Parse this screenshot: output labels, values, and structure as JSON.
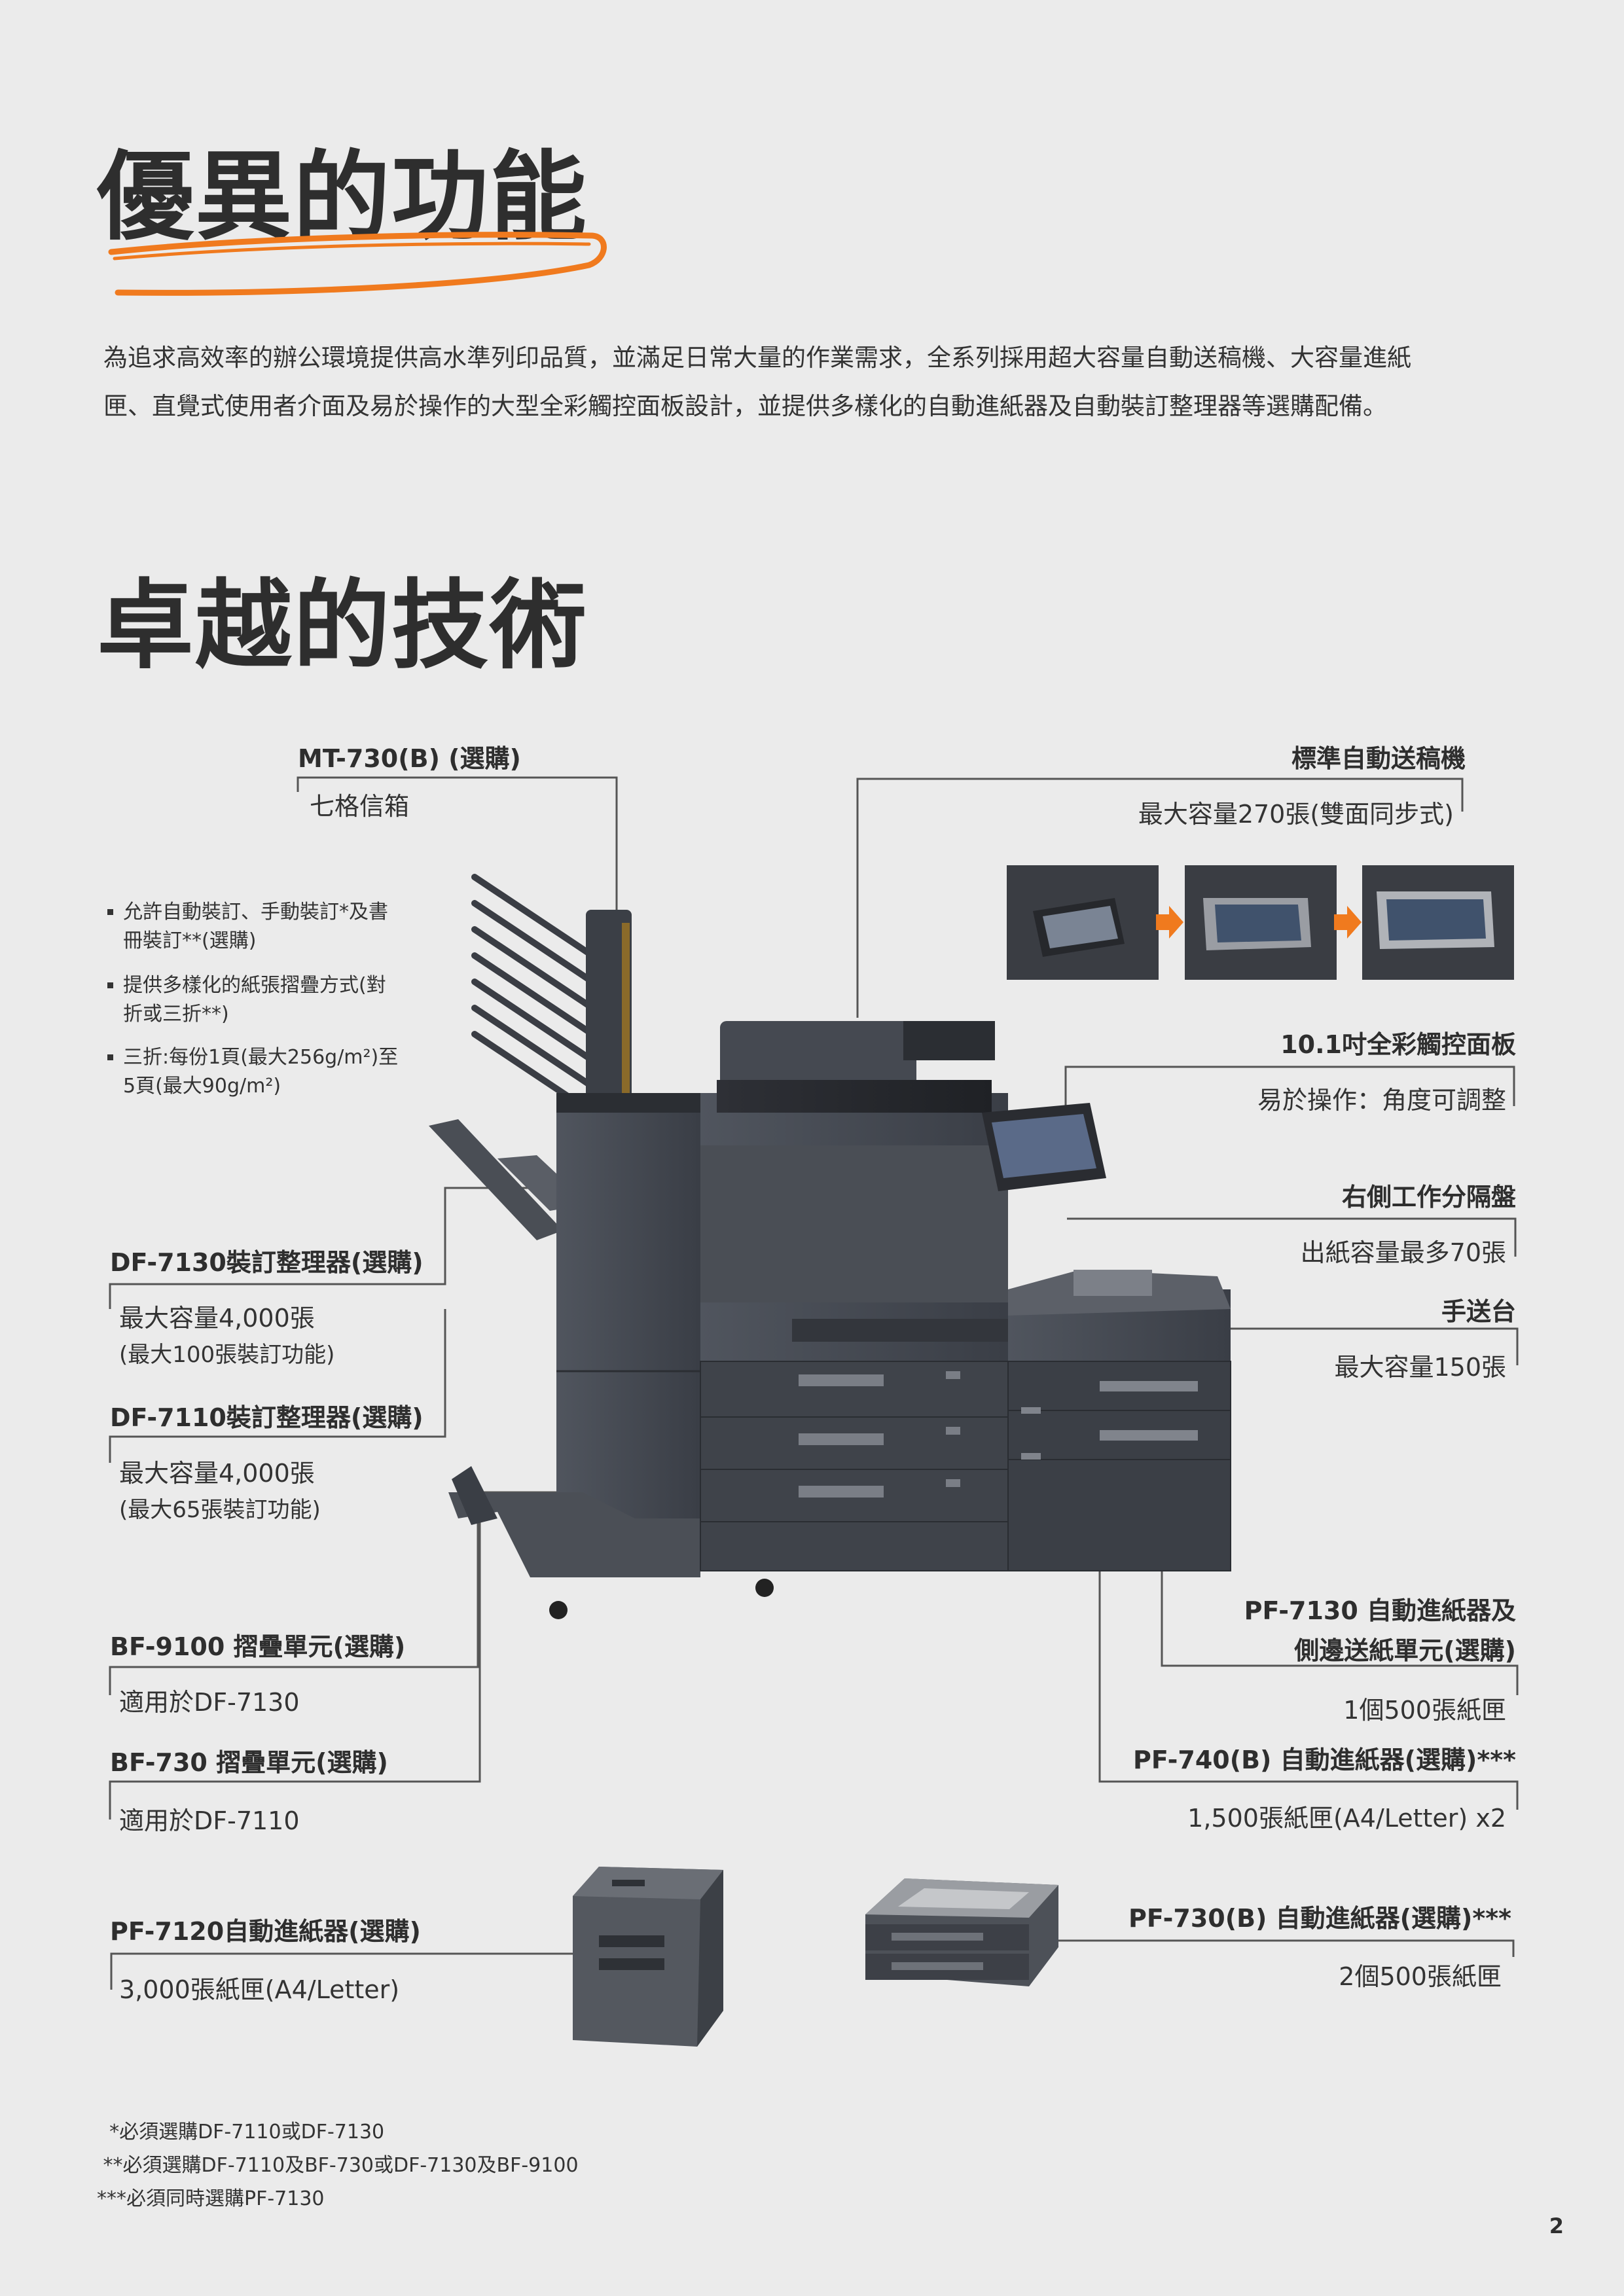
{
  "heading1": "優異的功能",
  "intro": [
    "為追求高效率的辦公環境提供高水準列印品質，並滿足日常大量的作業需求，全系列採用超大容量自動送稿機、大容量進紙",
    "匣、直覺式使用者介面及易於操作的大型全彩觸控面板設計，並提供多樣化的自動進紙器及自動裝訂整理器等選購配備。"
  ],
  "heading2": "卓越的技術",
  "left_bullets": [
    [
      "允許自動裝訂、手動裝訂*及書",
      "冊裝訂**(選購)"
    ],
    [
      "提供多樣化的紙張摺疊方式(對",
      "折或三折**)"
    ],
    [
      "三折:每份1頁(最大256g/m²)至",
      "5頁(最大90g/m²)"
    ]
  ],
  "labels": {
    "mt730": {
      "title": "MT-730(B) (選購)",
      "text": "七格信箱"
    },
    "adf": {
      "title": "標準自動送稿機",
      "text": "最大容量270張(雙面同步式)"
    },
    "panel": {
      "title": "10.1吋全彩觸控面板",
      "text": "易於操作：角度可調整"
    },
    "tray": {
      "title": "右側工作分隔盤",
      "text": "出紙容量最多70張"
    },
    "bypass": {
      "title": "手送台",
      "text": "最大容量150張"
    },
    "df7130": {
      "title": "DF-7130裝訂整理器(選購)",
      "text": "最大容量4,000張",
      "note": "(最大100張裝訂功能)"
    },
    "df7110": {
      "title": "DF-7110裝訂整理器(選購)",
      "text": "最大容量4,000張",
      "note": "(最大65張裝訂功能)"
    },
    "pf7130": {
      "title1": "PF-7130 自動進紙器及",
      "title2": "側邊送紙單元(選購)",
      "text": "1個500張紙匣"
    },
    "bf9100": {
      "title": "BF-9100 摺疊單元(選購)",
      "text": "適用於DF-7130"
    },
    "pf740": {
      "title": "PF-740(B) 自動進紙器(選購)***",
      "text": "1,500張紙匣(A4/Letter) x2"
    },
    "bf730": {
      "title": "BF-730 摺疊單元(選購)",
      "text": "適用於DF-7110"
    },
    "pf7120": {
      "title": "PF-7120自動進紙器(選購)",
      "text": "3,000張紙匣(A4/Letter)"
    },
    "pf730": {
      "title": "PF-730(B) 自動進紙器(選購)***",
      "text": "2個500張紙匣"
    }
  },
  "footnotes": [
    "  *必須選購DF-7110或DF-7130",
    " **必須選購DF-7110及BF-730或DF-7130及BF-9100",
    "***必須同時選購PF-7130"
  ],
  "page_number": "2",
  "colors": {
    "accent": "#f07a1e",
    "text": "#333333",
    "background": "#ebebeb"
  }
}
